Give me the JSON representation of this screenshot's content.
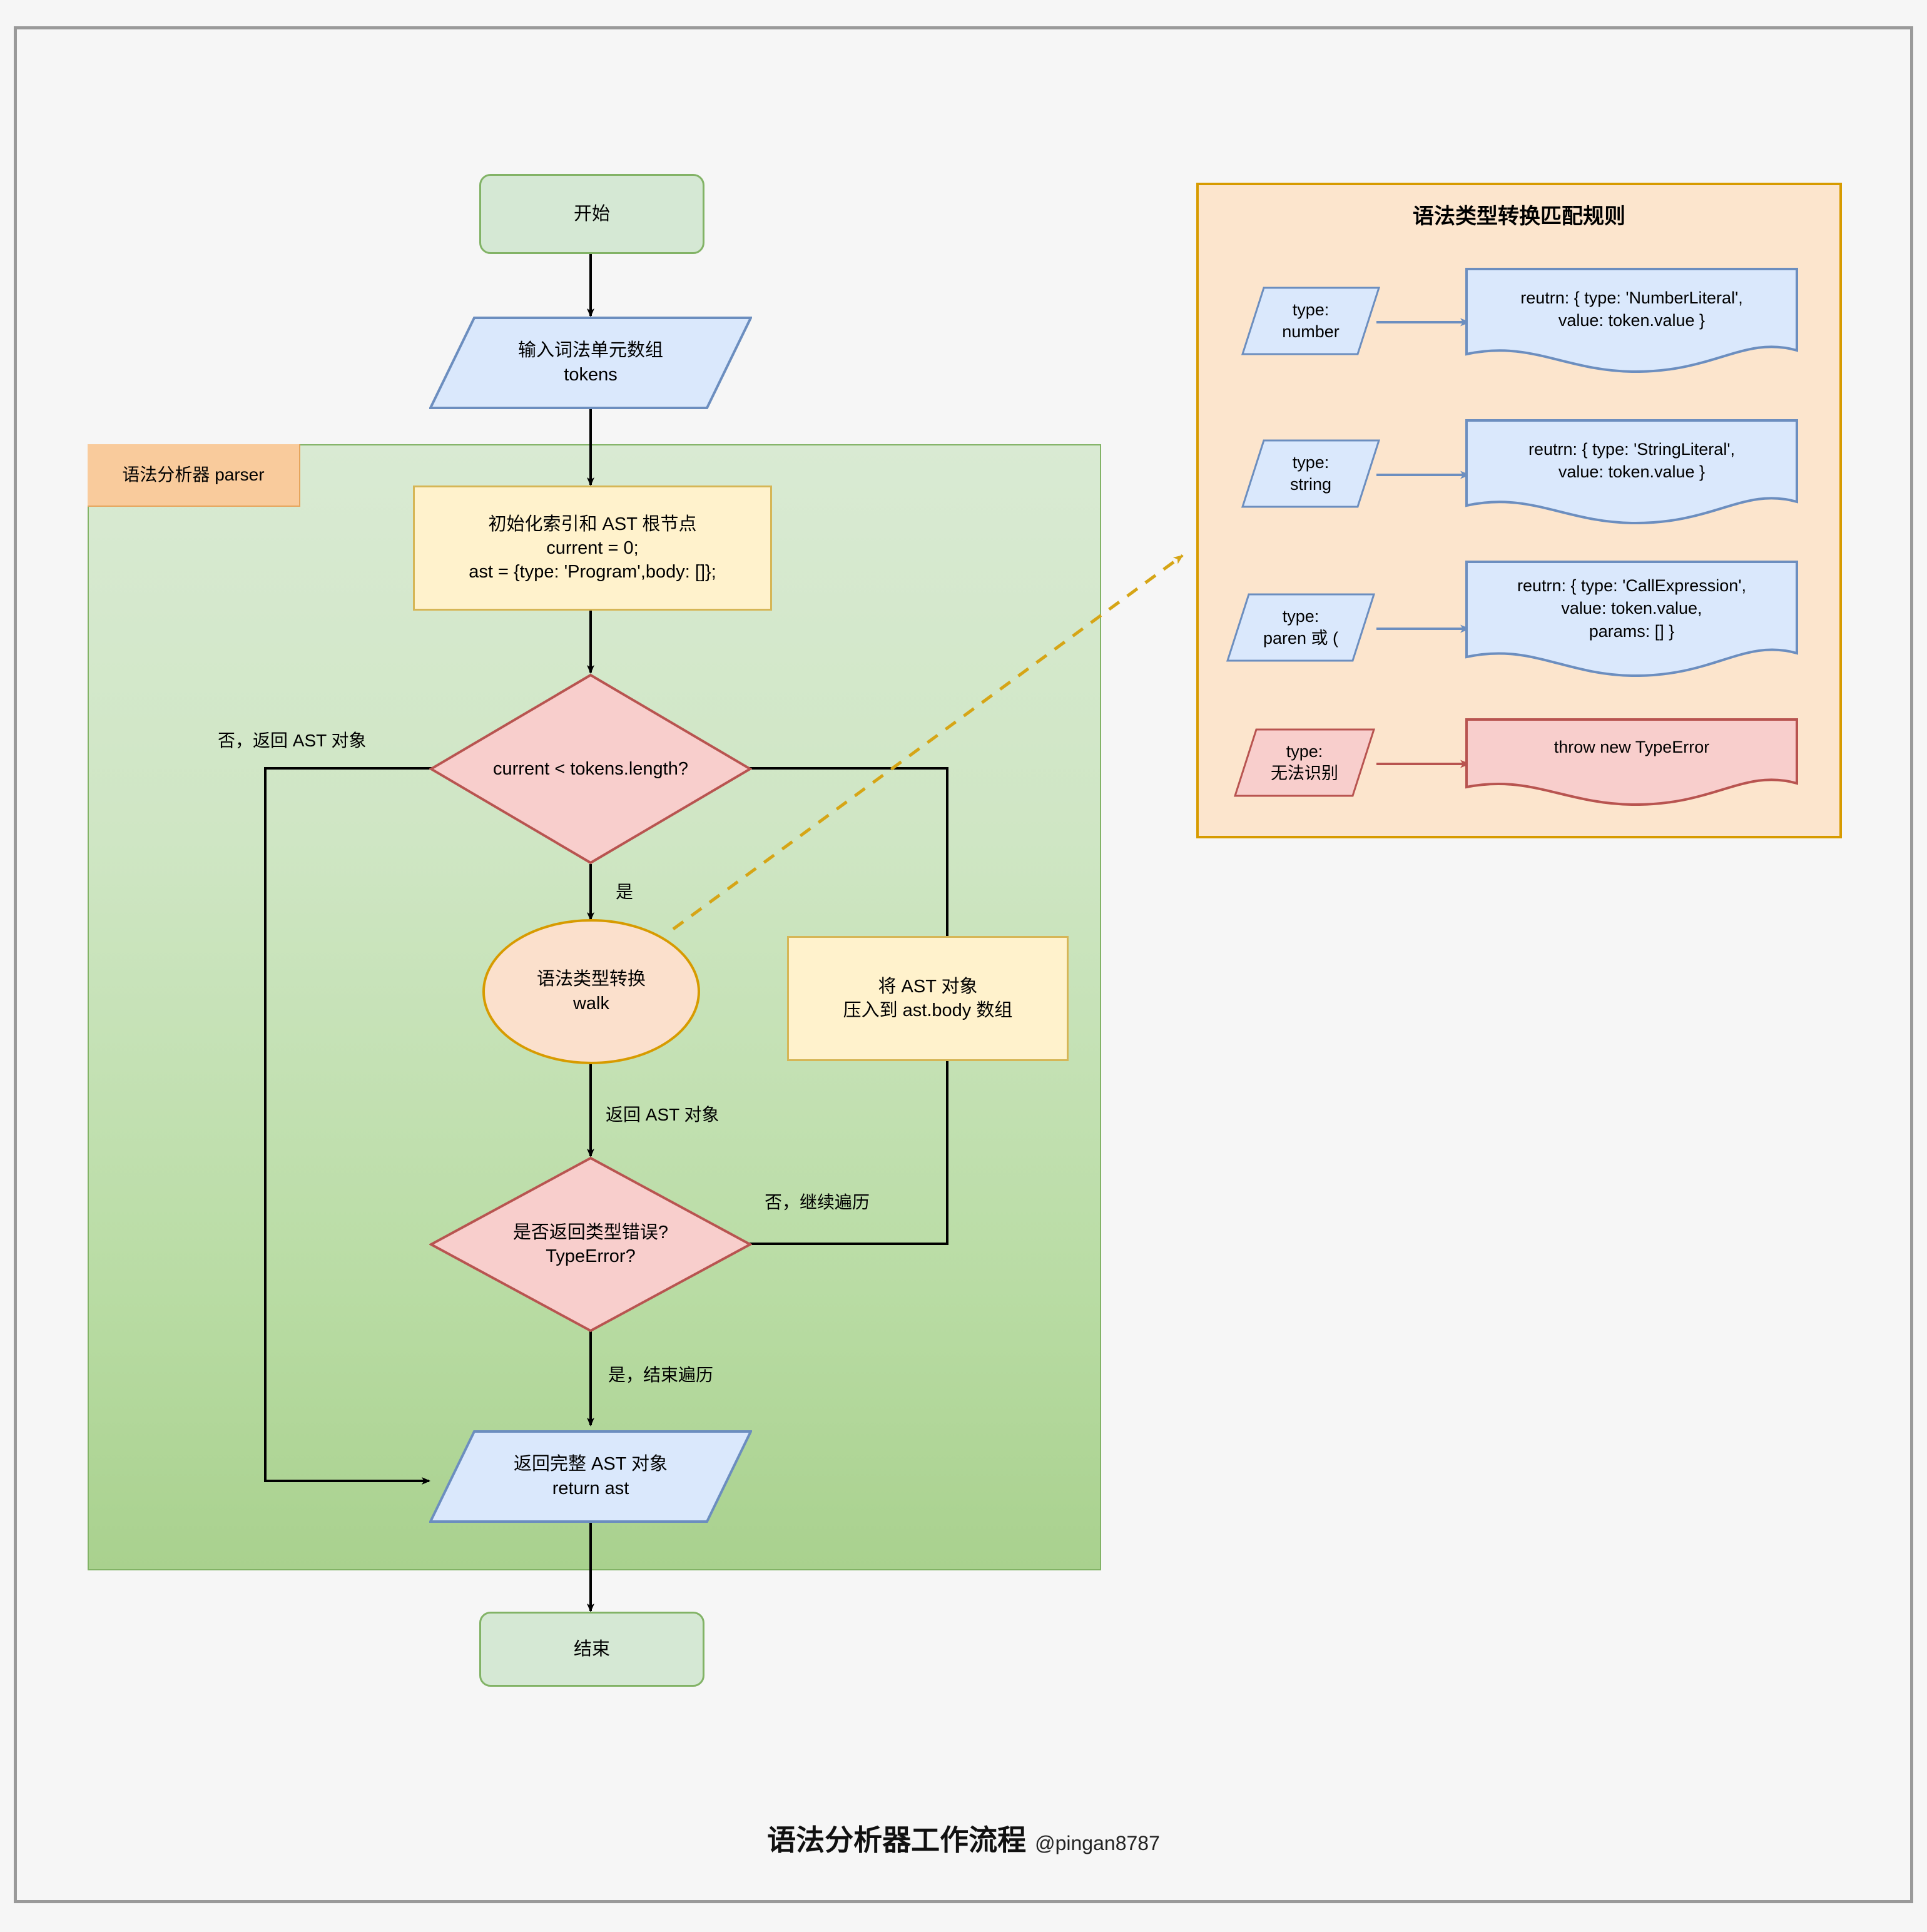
{
  "canvas": {
    "bg_color": "#f6f6f6",
    "frame_color": "#9a9a9a"
  },
  "flow": {
    "start": {
      "label": "开始"
    },
    "input_tokens": {
      "label": "输入词法单元数组\ntokens"
    },
    "parser_lane": {
      "label": "语法分析器\nparser"
    },
    "init": {
      "label": "初始化索引和 AST 根节点\ncurrent = 0;\nast = {type: 'Program',body: []};"
    },
    "loop_decision": {
      "label": "current < tokens.length?"
    },
    "walk": {
      "label": "语法类型转换\nwalk"
    },
    "push_ast": {
      "label": "将 AST 对象\n压入到 ast.body 数组"
    },
    "type_error_decision": {
      "label": "是否返回类型错误?\nTypeError?"
    },
    "return_ast": {
      "label": "返回完整 AST 对象\nreturn ast"
    },
    "end": {
      "label": "结束"
    }
  },
  "edge_labels": {
    "loop_false": "否，返回 AST 对象",
    "loop_true": "是",
    "walk_return": "返回 AST 对象",
    "typeerror_false": "否，继续遍历",
    "typeerror_true": "是，结束遍历"
  },
  "rules_panel": {
    "title": "语法类型转换匹配规则",
    "rules": [
      {
        "type_label": "type:\nnumber",
        "result_label": "reutrn: { type: 'NumberLiteral',\nvalue: token.value }",
        "variant": "blue"
      },
      {
        "type_label": "type:\nstring",
        "result_label": "reutrn: { type: 'StringLiteral',\nvalue: token.value }",
        "variant": "blue"
      },
      {
        "type_label": "type:\nparen 或 (",
        "result_label": "reutrn: { type: 'CallExpression',\nvalue: token.value,\nparams: [] }",
        "variant": "blue"
      },
      {
        "type_label": "type:\n无法识别",
        "result_label": "throw new TypeError",
        "variant": "red"
      }
    ]
  },
  "footer": {
    "title": "语法分析器工作流程",
    "handle": "@pingan8787"
  },
  "colors": {
    "terminal_fill": "#d5e8d4",
    "terminal_stroke": "#82b366",
    "data_fill": "#dae8fc",
    "data_stroke": "#6c8ebf",
    "process_fill": "#fff2cc",
    "process_stroke": "#d6b656",
    "decision_fill": "#f8cecc",
    "decision_stroke": "#b85450",
    "ellipse_fill": "#fbe0cc",
    "ellipse_stroke": "#d79b00",
    "panel_fill": "#fce5cd",
    "panel_stroke": "#d79b00",
    "lane_label_fill": "#f9cb9c",
    "error_fill": "#f8cecc",
    "error_stroke": "#b85450",
    "dashed_link": "#d6a516"
  }
}
